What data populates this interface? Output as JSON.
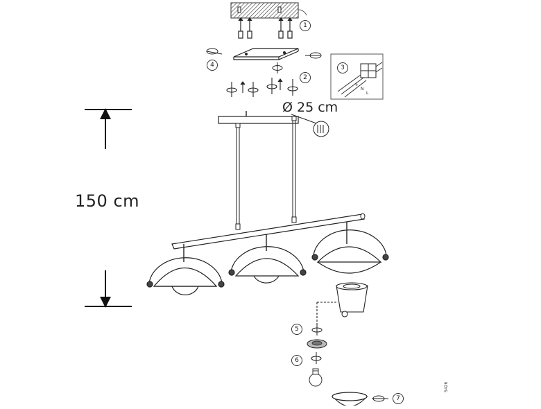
{
  "dimensions": {
    "height": "150 cm",
    "diameter": "Ø 25 cm"
  },
  "steps": [
    "1",
    "2",
    "3",
    "4",
    "5",
    "6",
    "7"
  ],
  "inset_labels": {
    "earth": "⏚",
    "neutral": "N",
    "live": "L"
  },
  "product_code": "5426",
  "icons": [
    "ceiling-block",
    "mounting-bracket",
    "screw-icon",
    "wall-plug-icon",
    "rotate-icon",
    "terminal-block-icon",
    "cable-tie-icon",
    "pendant-shade",
    "light-bulb-icon",
    "socket-ring",
    "shade-cup"
  ]
}
